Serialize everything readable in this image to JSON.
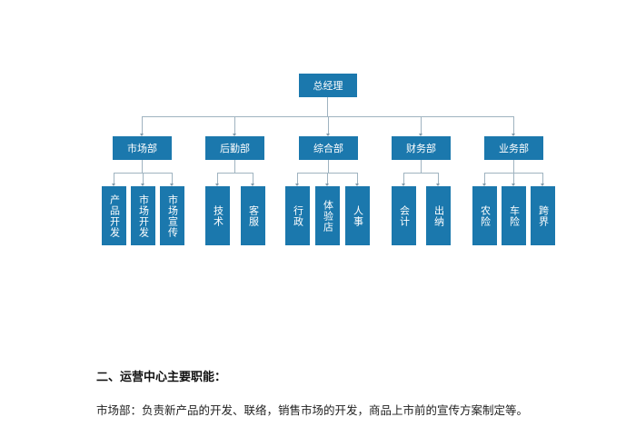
{
  "org_chart": {
    "root": "总经理",
    "departments": [
      {
        "name": "市场部",
        "children": [
          "产品开发",
          "市场开发",
          "市场宣传"
        ]
      },
      {
        "name": "后勤部",
        "children": [
          "技术",
          "客服"
        ]
      },
      {
        "name": "综合部",
        "children": [
          "行政",
          "体验店",
          "人事"
        ]
      },
      {
        "name": "财务部",
        "children": [
          "会计",
          "出纳"
        ]
      },
      {
        "name": "业务部",
        "children": [
          "农险",
          "车险",
          "跨界"
        ]
      }
    ],
    "box_color": "#1b78ad"
  },
  "section": {
    "heading": "二、运营中心主要职能：",
    "paragraph": "市场部：负责新产品的开发、联络，销售市场的开发，商品上市前的宣传方案制定等。"
  }
}
